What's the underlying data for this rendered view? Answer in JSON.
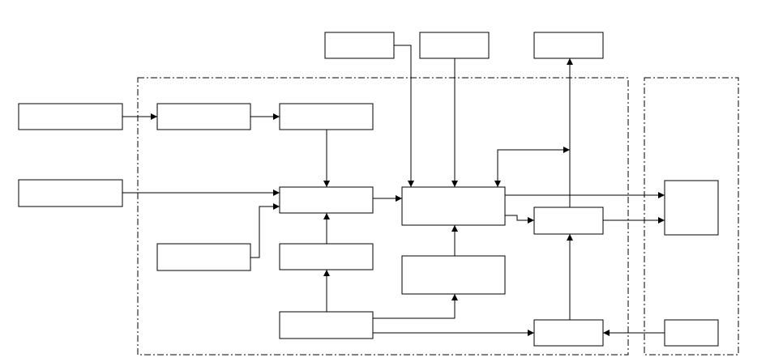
{
  "diagram": {
    "boxes": [
      {
        "id": "left-input-1",
        "label": ""
      },
      {
        "id": "left-input-2",
        "label": ""
      },
      {
        "id": "block-1a",
        "label": ""
      },
      {
        "id": "block-1b",
        "label": ""
      },
      {
        "id": "block-2",
        "label": ""
      },
      {
        "id": "block-3",
        "label": ""
      },
      {
        "id": "block-4",
        "label": ""
      },
      {
        "id": "block-5",
        "label": ""
      },
      {
        "id": "central-unit",
        "label": ""
      },
      {
        "id": "lower-middle-block",
        "label": ""
      },
      {
        "id": "top-input-1",
        "label": ""
      },
      {
        "id": "top-input-2",
        "label": ""
      },
      {
        "id": "top-output",
        "label": ""
      },
      {
        "id": "right-block-upper",
        "label": ""
      },
      {
        "id": "right-block-lower",
        "label": ""
      },
      {
        "id": "external-unit",
        "label": ""
      },
      {
        "id": "external-input",
        "label": ""
      }
    ],
    "regions": [
      {
        "id": "main-region"
      },
      {
        "id": "external-region"
      }
    ]
  }
}
